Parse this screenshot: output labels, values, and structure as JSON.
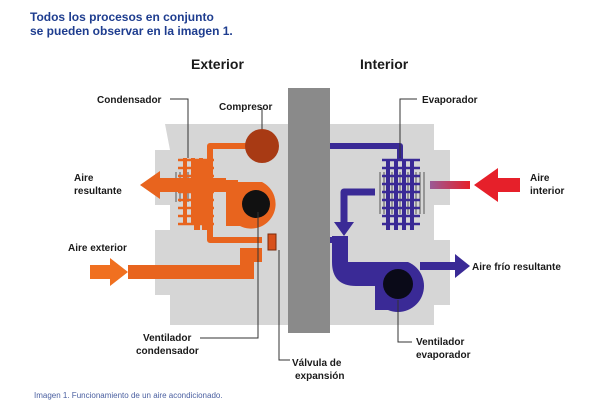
{
  "heading": {
    "line1": "Todos los procesos en conjunto",
    "line2": "se pueden observar en la imagen 1."
  },
  "caption": "Imagen 1. Funcionamiento de un aire acondicionado.",
  "labels": {
    "exterior": "Exterior",
    "interior": "Interior",
    "condensador": "Condensador",
    "compresor": "Compresor",
    "evaporador": "Evaporador",
    "aire_resultante_1": "Aire",
    "aire_resultante_2": "resultante",
    "aire_interior_1": "Aire",
    "aire_interior_2": "interior",
    "aire_exterior": "Aire exterior",
    "aire_frio": "Aire frío resultante",
    "ventilador_condensador_1": "Ventilador",
    "ventilador_condensador_2": "condensador",
    "valvula_1": "Válvula de",
    "valvula_2": "expansión",
    "ventilador_evaporador_1": "Ventilador",
    "ventilador_evaporador_2": "evaporador"
  },
  "colors": {
    "hot": "#e8641e",
    "hot_dark": "#d8501a",
    "cold": "#3a2a96",
    "wall": "#8a8a8a",
    "unit": "#d6d6d6",
    "compressor": "#a83a14",
    "heading": "#1e3d8f"
  }
}
